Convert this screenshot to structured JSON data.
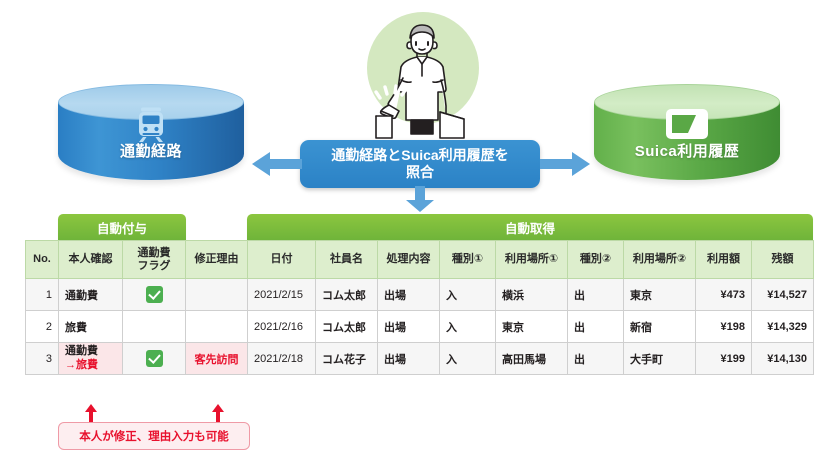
{
  "diagram": {
    "left_cylinder": {
      "label": "通勤経路",
      "icon": "train-icon",
      "color": "#2a7ec4"
    },
    "right_cylinder": {
      "label": "Suica利用履歴",
      "icon": "suica-card-icon",
      "color": "#5aa846"
    },
    "center_box": {
      "line1": "通勤経路とSuica利用履歴を",
      "line2": "照合",
      "color": "#2b82c6"
    },
    "person": {
      "icon": "person-tapping-gate-icon",
      "circle_color": "#d4e8c0"
    },
    "arrows": {
      "left": "arrow-left-icon",
      "right": "arrow-right-icon",
      "down": "arrow-down-icon",
      "color": "#5ba3d9"
    }
  },
  "table": {
    "groups": [
      {
        "label": "自動付与",
        "color": "#7cbe42"
      },
      {
        "label": "自動取得",
        "color": "#7cbe42"
      }
    ],
    "columns": [
      "No.",
      "本人確認",
      "通勤費\nフラグ",
      "修正理由",
      "日付",
      "社員名",
      "処理内容",
      "種別①",
      "利用場所①",
      "種別②",
      "利用場所②",
      "利用額",
      "残額"
    ],
    "col_headers": {
      "no": "No.",
      "confirm": "本人確認",
      "flag_l1": "通勤費",
      "flag_l2": "フラグ",
      "reason": "修正理由",
      "date": "日付",
      "employee": "社員名",
      "process": "処理内容",
      "type1": "種別①",
      "place1": "利用場所①",
      "type2": "種別②",
      "place2": "利用場所②",
      "amount": "利用額",
      "balance": "残額"
    },
    "rows": [
      {
        "no": "1",
        "confirm": "通勤費",
        "confirm_changed": "",
        "flag": "checked",
        "reason": "",
        "date": "2021/2/15",
        "employee": "コム太郎",
        "process": "出場",
        "type1": "入",
        "place1": "横浜",
        "type2": "出",
        "place2": "東京",
        "amount": "¥473",
        "balance": "¥14,527",
        "shaded": true,
        "modified": false
      },
      {
        "no": "2",
        "confirm": "旅費",
        "confirm_changed": "",
        "flag": "",
        "reason": "",
        "date": "2021/2/16",
        "employee": "コム太郎",
        "process": "出場",
        "type1": "入",
        "place1": "東京",
        "type2": "出",
        "place2": "新宿",
        "amount": "¥198",
        "balance": "¥14,329",
        "shaded": false,
        "modified": false
      },
      {
        "no": "3",
        "confirm": "通勤費",
        "confirm_changed": "→旅費",
        "flag": "checked",
        "reason": "客先訪問",
        "date": "2021/2/18",
        "employee": "コム花子",
        "process": "出場",
        "type1": "入",
        "place1": "高田馬場",
        "type2": "出",
        "place2": "大手町",
        "amount": "¥199",
        "balance": "¥14,130",
        "shaded": true,
        "modified": true
      }
    ]
  },
  "callout": {
    "text": "本人が修正、理由入力も可能",
    "color": "#e8112d"
  }
}
